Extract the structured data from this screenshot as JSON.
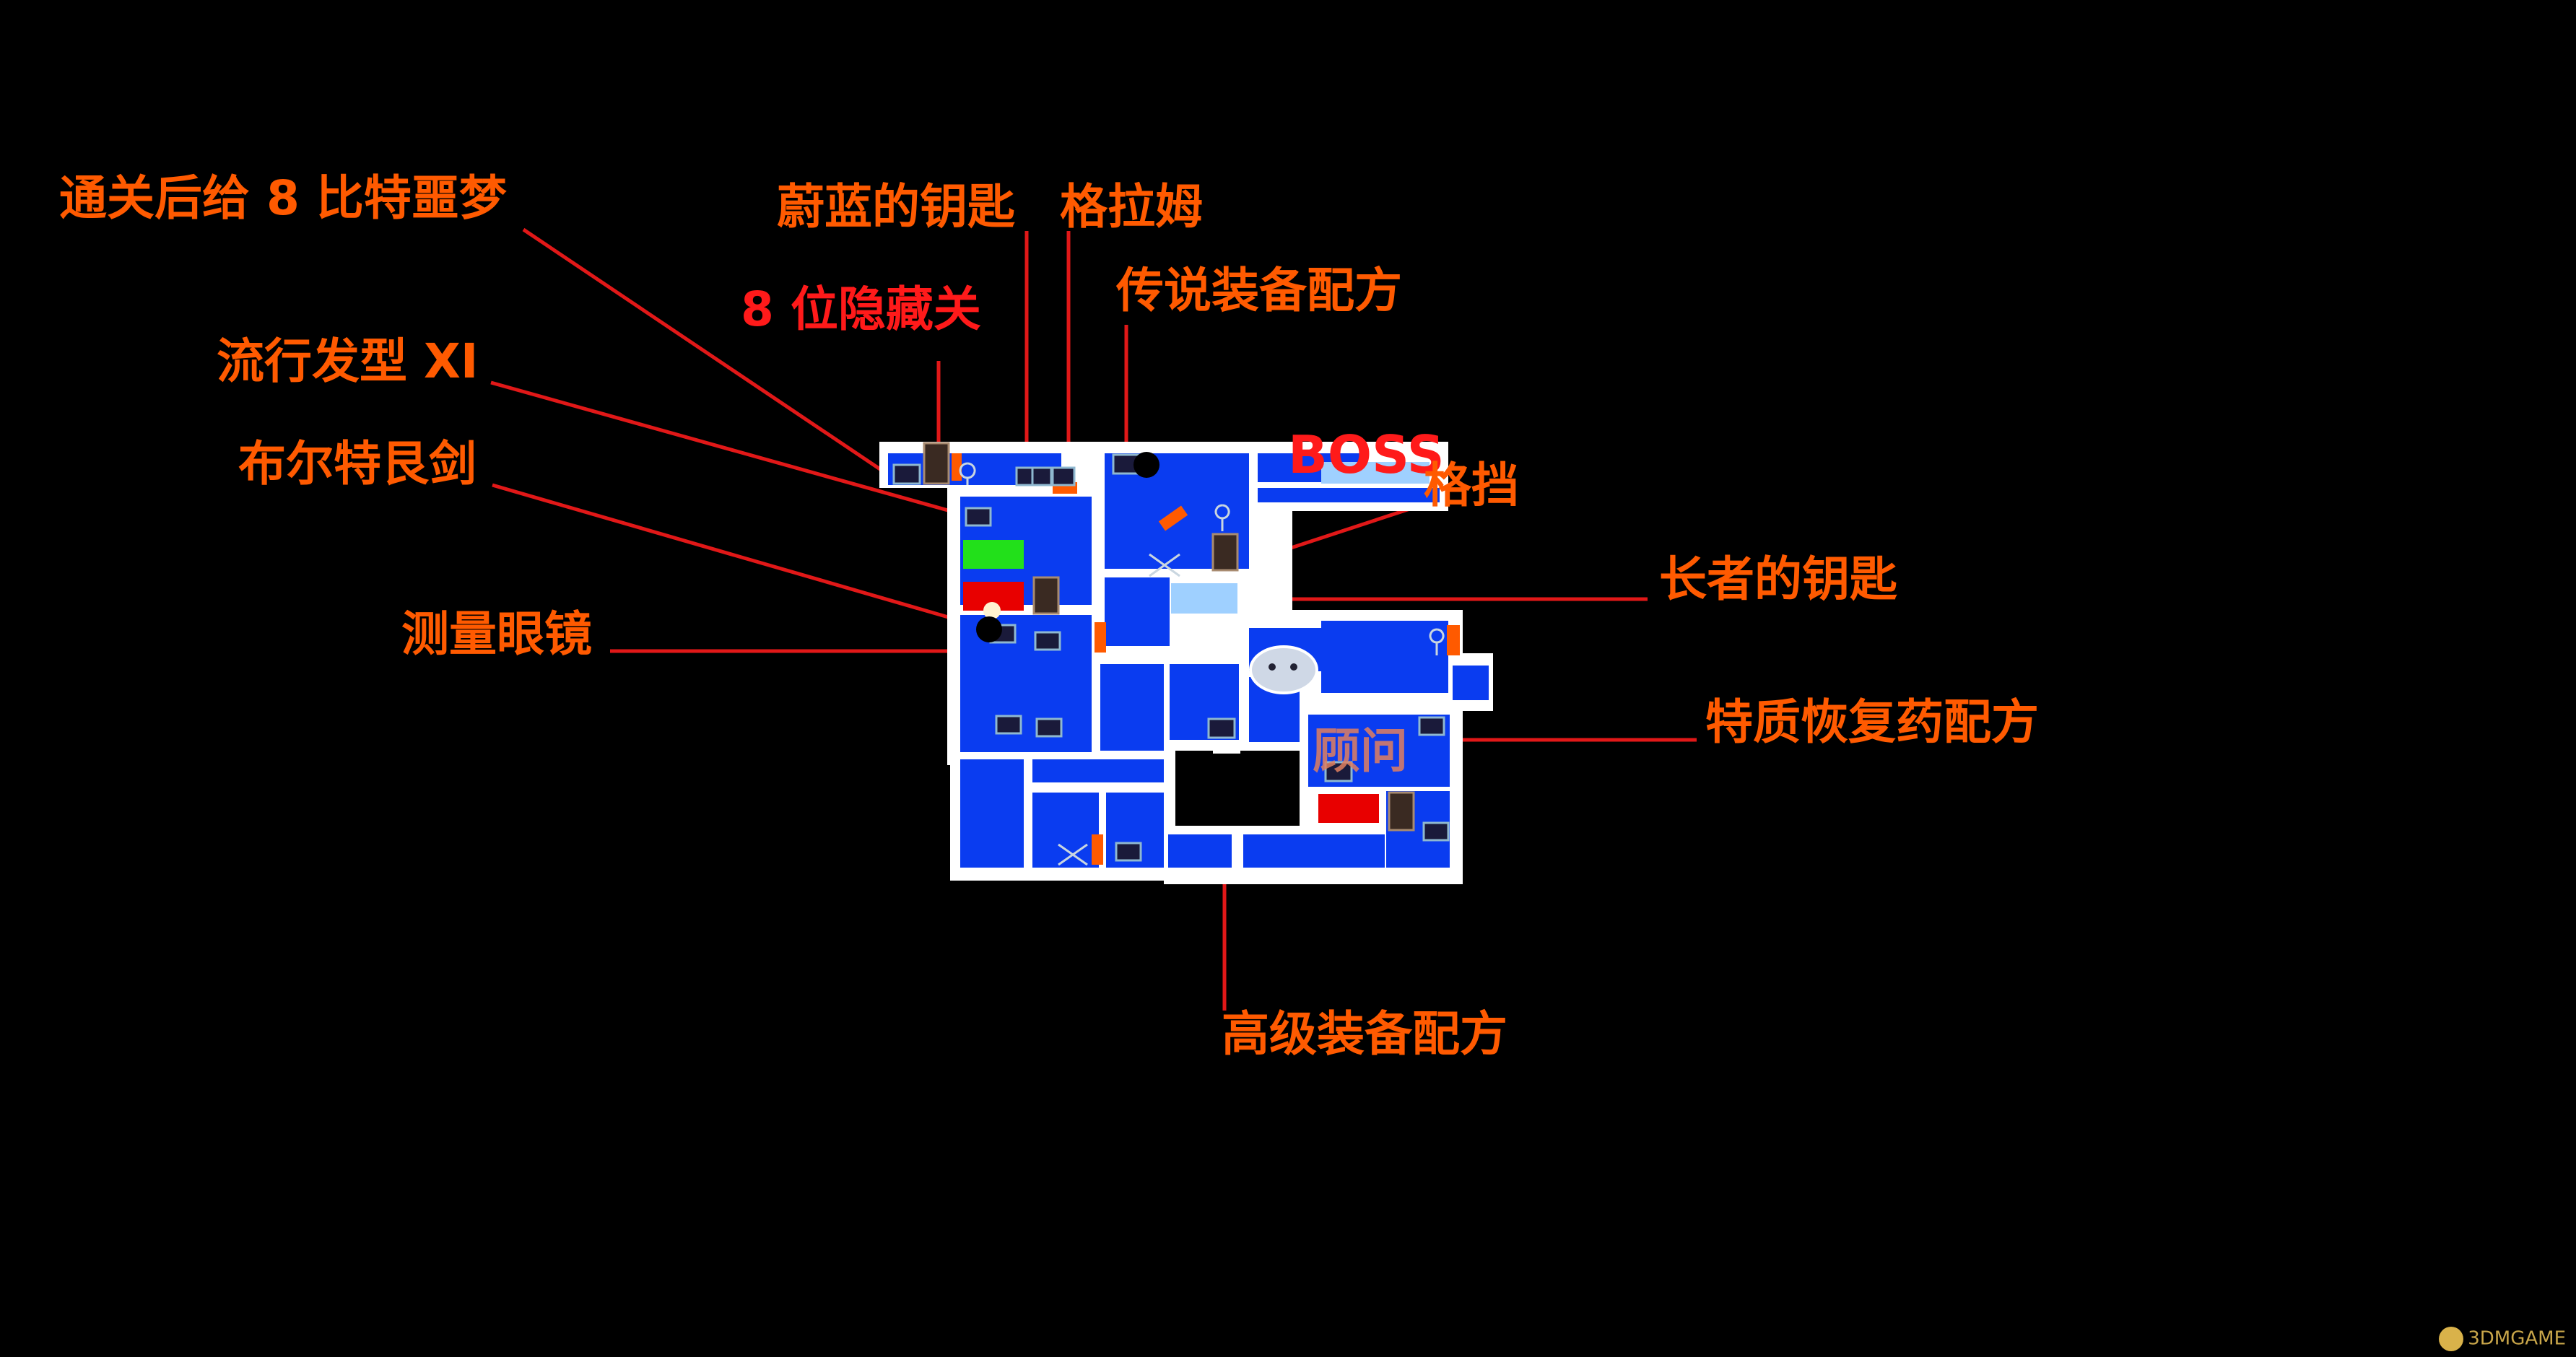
{
  "labels": {
    "nightmare": "通关后给 8 比特噩梦",
    "azure_key": "蔚蓝的钥匙",
    "gram": "格拉姆",
    "hidden_stage": "8 位隐藏关",
    "legend_recipe": "传说装备配方",
    "hairstyle": "流行发型 XI",
    "boss": "BOSS",
    "parry": "格挡",
    "bult_sword": "布尔特艮剑",
    "elder_key": "长者的钥匙",
    "glasses": "测量眼镜",
    "trait_recipe": "特质恢复药配方",
    "advisor": "顾问",
    "advanced_recipe": "高级装备配方"
  },
  "watermark": {
    "text": "3DMGAME"
  },
  "colors": {
    "background": "#000000",
    "wall": "#ffffff",
    "room": "#0a3cf0",
    "label_orange": "#ff5a00",
    "label_red": "#ff1a1a",
    "leader_line": "#e11818",
    "door": "#ff5a00",
    "green_block": "#22e01a",
    "red_block": "#e80000",
    "light_room": "#9fd0ff"
  }
}
